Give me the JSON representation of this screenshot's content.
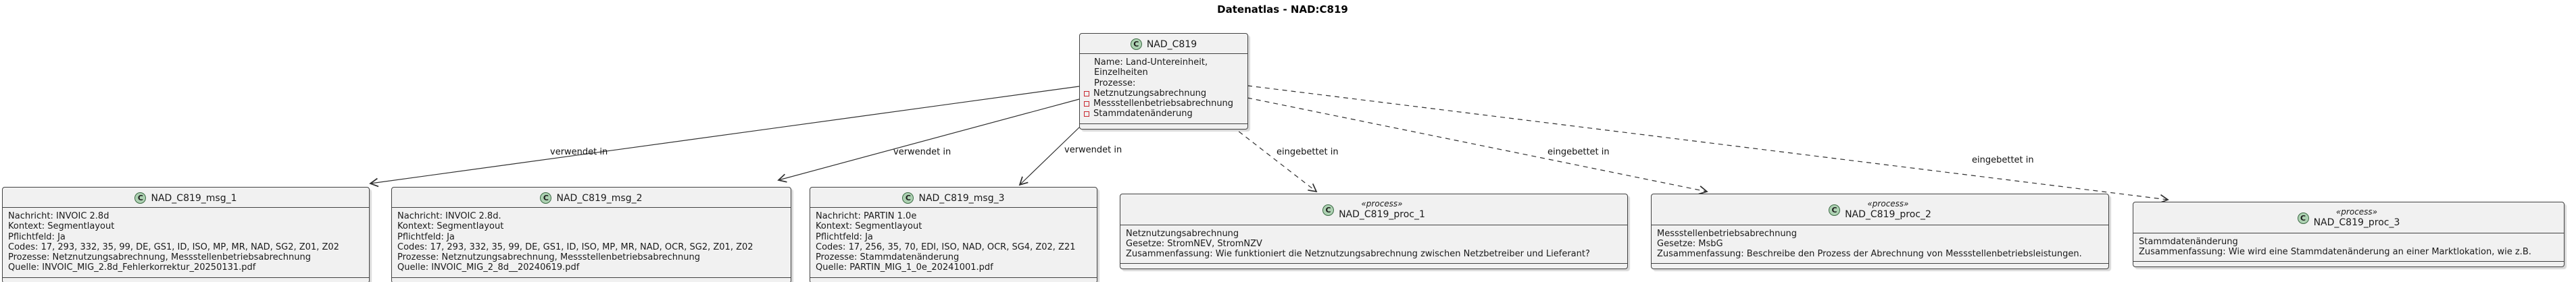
{
  "title": "Datenatlas - NAD:C819",
  "class_icon_letter": "C",
  "colors": {
    "box_fill": "#F1F1F1",
    "box_border": "#424242",
    "class_icon_green": "#ADD1B2",
    "field_icon_red": "#C82930"
  },
  "nodes": {
    "center": {
      "name": "NAD_C819",
      "lines": [
        "Name: Land-Untereinheit,",
        "Einzelheiten",
        "Prozesse:"
      ],
      "fields": [
        "Netznutzungsabrechnung",
        "Messstellenbetriebsabrechnung",
        "Stammdatenänderung"
      ]
    },
    "msg1": {
      "name": "NAD_C819_msg_1",
      "lines": [
        "Nachricht: INVOIC 2.8d",
        "Kontext: Segmentlayout",
        "Pflichtfeld: Ja",
        "Codes: 17, 293, 332, 35, 99, DE, GS1, ID, ISO, MP, MR, NAD, SG2, Z01, Z02",
        "Prozesse: Netznutzungsabrechnung, Messstellenbetriebsabrechnung",
        "Quelle: INVOIC_MIG_2.8d_Fehlerkorrektur_20250131.pdf"
      ]
    },
    "msg2": {
      "name": "NAD_C819_msg_2",
      "lines": [
        "Nachricht: INVOIC 2.8d.",
        "Kontext: Segmentlayout",
        "Pflichtfeld: Ja",
        "Codes: 17, 293, 332, 35, 99, DE, GS1, ID, ISO, MP, MR, NAD, OCR, SG2, Z01, Z02",
        "Prozesse: Netznutzungsabrechnung, Messstellenbetriebsabrechnung",
        "Quelle: INVOIC_MIG_2_8d__20240619.pdf"
      ]
    },
    "msg3": {
      "name": "NAD_C819_msg_3",
      "lines": [
        "Nachricht: PARTIN 1.0e",
        "Kontext: Segmentlayout",
        "Pflichtfeld: Ja",
        "Codes: 17, 256, 35, 70, EDI, ISO, NAD, OCR, SG4, Z02, Z21",
        "Prozesse: Stammdatenänderung",
        "Quelle: PARTIN_MIG_1_0e_20241001.pdf"
      ]
    },
    "proc1": {
      "stereotype": "«process»",
      "name": "NAD_C819_proc_1",
      "lines": [
        "Netznutzungsabrechnung",
        "Gesetze: StromNEV, StromNZV",
        "Zusammenfassung: Wie funktioniert die Netznutzungsabrechnung zwischen Netzbetreiber und Lieferant?"
      ]
    },
    "proc2": {
      "stereotype": "«process»",
      "name": "NAD_C819_proc_2",
      "lines": [
        "Messstellenbetriebsabrechnung",
        "Gesetze: MsbG",
        "Zusammenfassung: Beschreibe den Prozess der Abrechnung von Messstellenbetriebsleistungen."
      ]
    },
    "proc3": {
      "stereotype": "«process»",
      "name": "NAD_C819_proc_3",
      "lines": [
        "Stammdatenänderung",
        "Zusammenfassung: Wie wird eine Stammdatenänderung an einer Marktlokation, wie z.B."
      ]
    }
  },
  "edges": [
    {
      "label": "verwendet in",
      "from": "NAD_C819",
      "to": "NAD_C819_msg_1",
      "style": "solid"
    },
    {
      "label": "verwendet in",
      "from": "NAD_C819",
      "to": "NAD_C819_msg_2",
      "style": "solid"
    },
    {
      "label": "verwendet in",
      "from": "NAD_C819",
      "to": "NAD_C819_msg_3",
      "style": "solid"
    },
    {
      "label": "eingebettet in",
      "from": "NAD_C819",
      "to": "NAD_C819_proc_1",
      "style": "dashed"
    },
    {
      "label": "eingebettet in",
      "from": "NAD_C819",
      "to": "NAD_C819_proc_2",
      "style": "dashed"
    },
    {
      "label": "eingebettet in",
      "from": "NAD_C819",
      "to": "NAD_C819_proc_3",
      "style": "dashed"
    }
  ]
}
